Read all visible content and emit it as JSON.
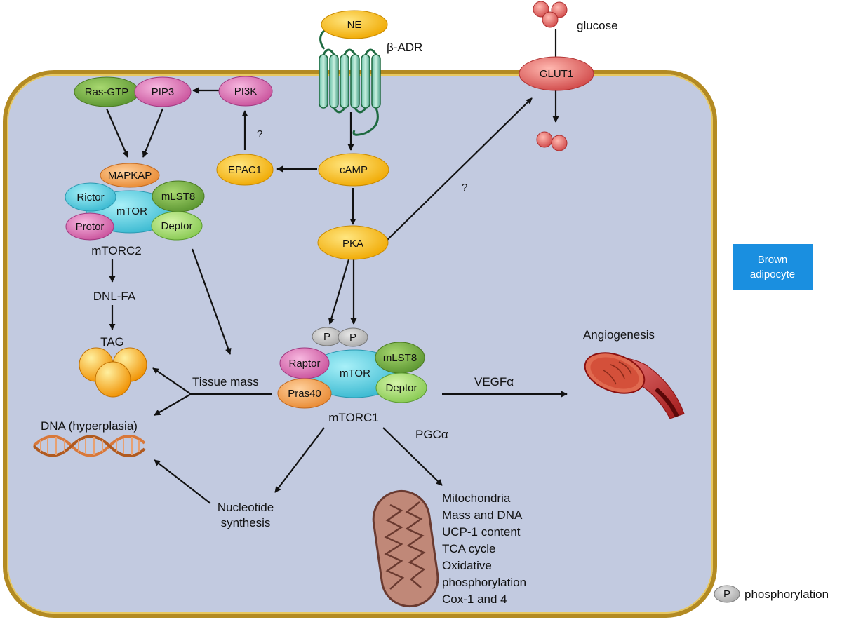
{
  "labels": {
    "ne": "NE",
    "beta_adr": "β-ADR",
    "glucose": "glucose",
    "glut1": "GLUT1",
    "ras_gtp": "Ras-GTP",
    "pip3": "PIP3",
    "pi3k": "PI3K",
    "question": "?",
    "epac1": "EPAC1",
    "camp": "cAMP",
    "pka": "PKA",
    "mapkap": "MAPKAP",
    "rictor": "Rictor",
    "mtor": "mTOR",
    "mlst8": "mLST8",
    "protor": "Protor",
    "deptor": "Deptor",
    "mtorc2": "mTORC2",
    "dnl_fa": "DNL-FA",
    "tag": "TAG",
    "p": "P",
    "raptor": "Raptor",
    "pras40": "Pras40",
    "mtorc1": "mTORC1",
    "tissue_mass": "Tissue mass",
    "dna_hyperplasia": "DNA (hyperplasia)",
    "vegfa": "VEGFα",
    "angiogenesis": "Angiogenesis",
    "pgc": "PGCα",
    "nucleotide_line1": "Nucleotide",
    "nucleotide_line2": "synthesis",
    "mito_list": [
      "Mitochondria",
      "Mass and DNA",
      "UCP-1 content",
      "TCA cycle",
      "Oxidative",
      "phosphorylation",
      "Cox-1 and 4"
    ],
    "phosphorylation": "phosphorylation"
  },
  "brown_box": {
    "line1": "Brown",
    "line2": "adipocyte"
  },
  "colors": {
    "cell_fill": "#c2cae0",
    "cell_border": "#c9a43a",
    "yellow": "#f5b800",
    "pink": "#e070b8",
    "green": "#7ab040",
    "cyan": "#5ad0e0",
    "orange": "#f0a050",
    "lightgreen": "#9ed86a",
    "red": "#e06060",
    "box_blue": "#1a8fe0"
  }
}
